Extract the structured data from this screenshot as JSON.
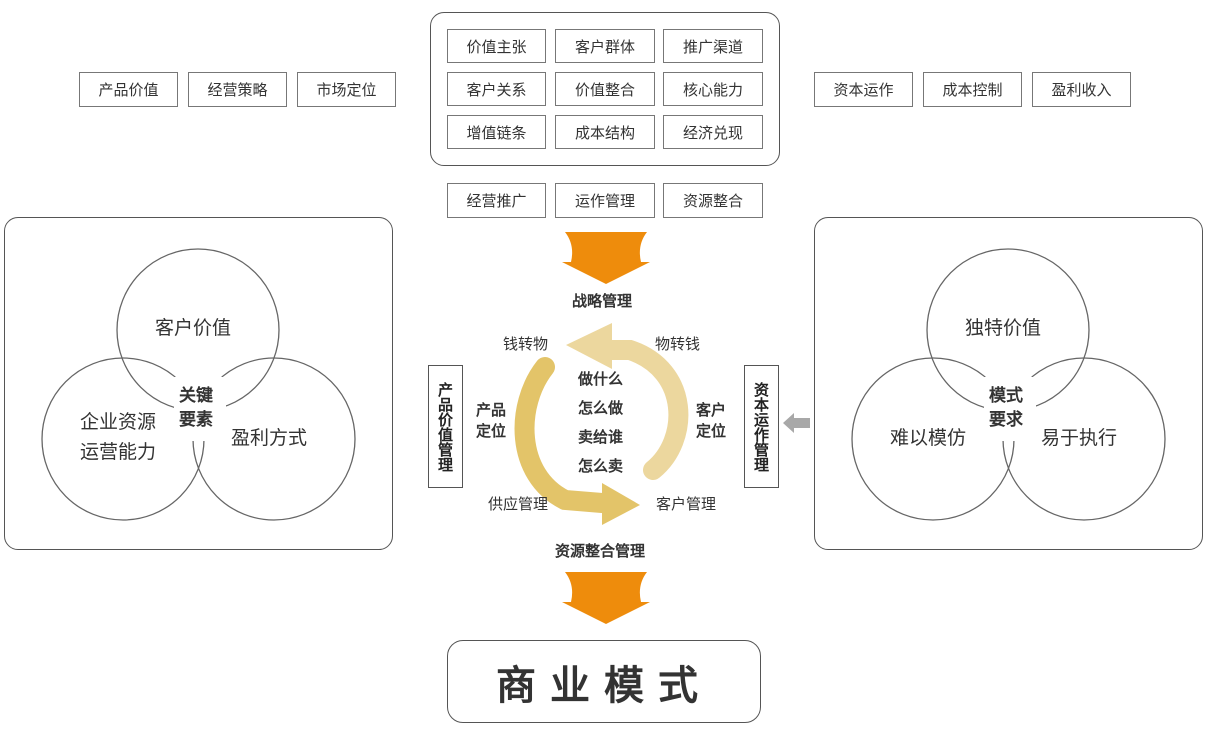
{
  "top_left_boxes": [
    "产品价值",
    "经营策略",
    "市场定位"
  ],
  "top_right_boxes": [
    "资本运作",
    "成本控制",
    "盈利收入"
  ],
  "core_grid": [
    [
      "价值主张",
      "客户群体",
      "推广渠道"
    ],
    [
      "客户关系",
      "价值整合",
      "核心能力"
    ],
    [
      "增值链条",
      "成本结构",
      "经济兑现"
    ]
  ],
  "mid_boxes": [
    "经营推广",
    "运作管理",
    "资源整合"
  ],
  "cycle": {
    "top_label": "战略管理",
    "bottom_label": "资源整合管理",
    "top_left": "钱转物",
    "top_right": "物转钱",
    "bottom_left": "供应管理",
    "bottom_right": "客户管理",
    "left_side": [
      "产品",
      "定位"
    ],
    "right_side": [
      "客户",
      "定位"
    ],
    "center_questions": [
      "做什么",
      "怎么做",
      "卖给谁",
      "怎么卖"
    ],
    "arrow_colors": {
      "left": "#e3c469",
      "right": "#ecd79e"
    }
  },
  "left_vertical_label": "产品价值管理",
  "right_vertical_label": "资本运作管理",
  "left_venn": {
    "top": "客户价值",
    "left": [
      "企业资源",
      "运营能力"
    ],
    "right": "盈利方式",
    "center": [
      "关键",
      "要素"
    ]
  },
  "right_venn": {
    "top": "独特价值",
    "left": "难以模仿",
    "right": "易于执行",
    "center": [
      "模式",
      "要求"
    ]
  },
  "final_label": "商业模式",
  "colors": {
    "orange_arrow": "#ee8c0c",
    "gray_arrow": "#a8a8a8",
    "border": "#666666"
  }
}
